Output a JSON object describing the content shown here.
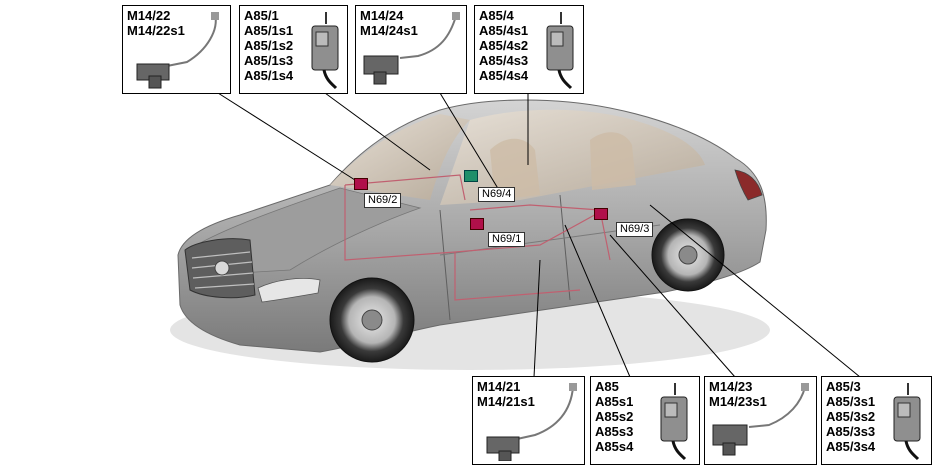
{
  "callouts": [
    {
      "id": "m1422",
      "lines": [
        "M14/22",
        "M14/22s1"
      ],
      "icon": "door-lock-actuator-icon"
    },
    {
      "id": "a851",
      "lines": [
        "A85/1",
        "A85/1s1",
        "A85/1s2",
        "A85/1s3",
        "A85/1s4"
      ],
      "icon": "door-lock-unit-icon"
    },
    {
      "id": "m1424",
      "lines": [
        "M14/24",
        "M14/24s1"
      ],
      "icon": "door-lock-actuator-icon"
    },
    {
      "id": "a854",
      "lines": [
        "A85/4",
        "A85/4s1",
        "A85/4s2",
        "A85/4s3",
        "A85/4s4"
      ],
      "icon": "door-lock-unit-icon"
    },
    {
      "id": "m1421",
      "lines": [
        "M14/21",
        "M14/21s1"
      ],
      "icon": "door-lock-actuator-icon"
    },
    {
      "id": "a85",
      "lines": [
        "A85",
        "A85s1",
        "A85s2",
        "A85s3",
        "A85s4"
      ],
      "icon": "door-lock-unit-icon"
    },
    {
      "id": "m1423",
      "lines": [
        "M14/23",
        "M14/23s1"
      ],
      "icon": "door-lock-actuator-icon"
    },
    {
      "id": "a853",
      "lines": [
        "A85/3",
        "A85/3s1",
        "A85/3s2",
        "A85/3s3",
        "A85/3s4"
      ],
      "icon": "door-lock-unit-icon"
    }
  ],
  "modules": [
    {
      "id": "n692",
      "label": "N69/2",
      "color": "#b0104a"
    },
    {
      "id": "n694",
      "label": "N69/4",
      "color": "#1f8f6a"
    },
    {
      "id": "n691",
      "label": "N69/1",
      "color": "#b0104a"
    },
    {
      "id": "n693",
      "label": "N69/3",
      "color": "#b0104a"
    }
  ],
  "colors": {
    "wiring": "#c06070",
    "car_body": "#a8a8a8",
    "leader": "#000000"
  }
}
